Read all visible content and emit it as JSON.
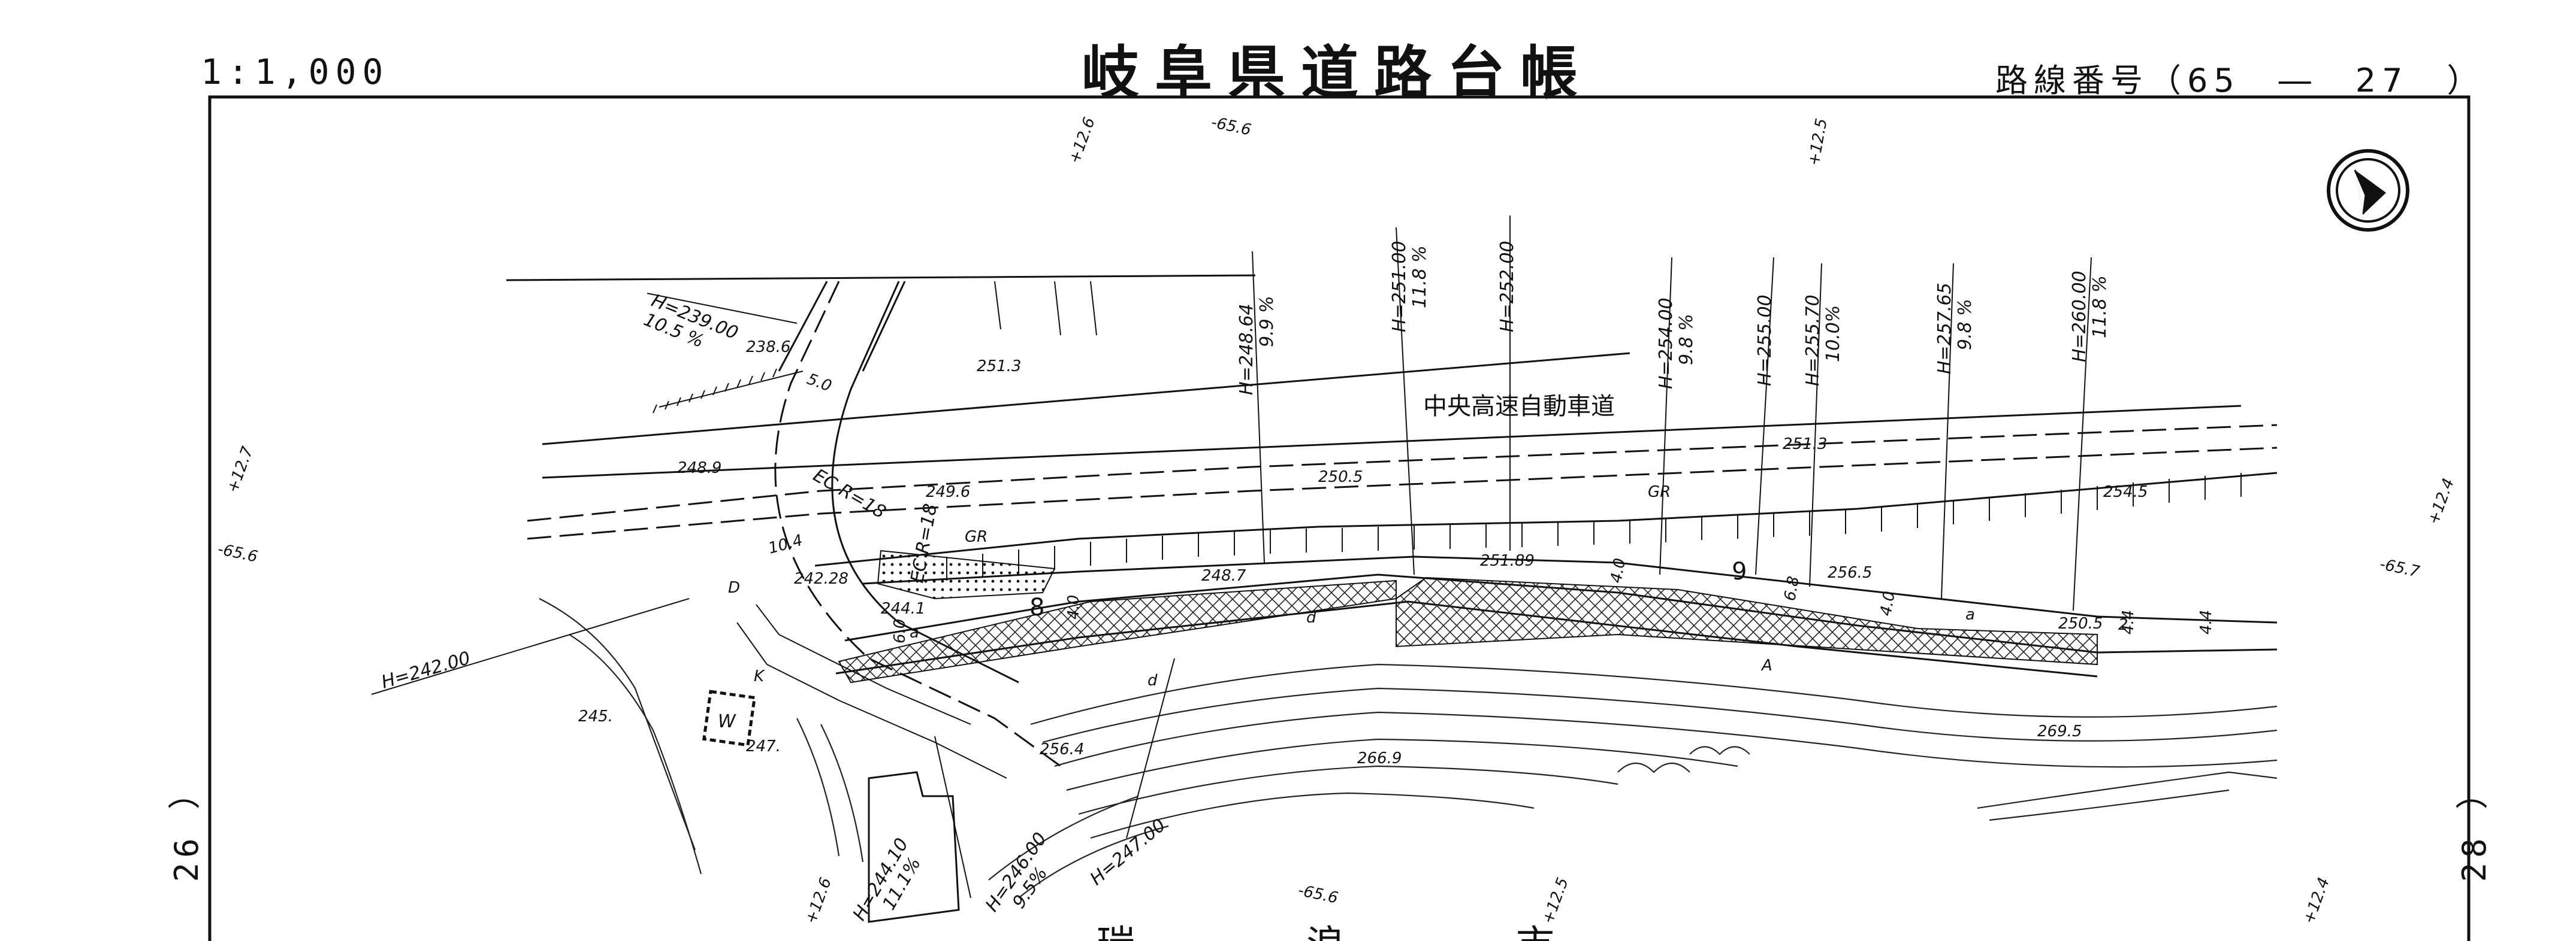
{
  "header": {
    "scale": "1:1,000",
    "title": "岐阜県道路台帳",
    "route": "路線番号（65　―　27　）"
  },
  "sheet_links": {
    "left": "26 ）",
    "right": "28 ）"
  },
  "map": {
    "road_name": "中央高速自動車道",
    "north_arrow": "north-arrow-icon",
    "grade_labels": [
      {
        "h": "H=239.00",
        "pct": "10.5 %"
      },
      {
        "h": "H=248.64",
        "pct": "9.9 %"
      },
      {
        "h": "H=251.00",
        "pct": "11.8 %"
      },
      {
        "h": "H=252.00",
        "pct": ""
      },
      {
        "h": "H=254.00",
        "pct": "9.8 %"
      },
      {
        "h": "H=255.00",
        "pct": ""
      },
      {
        "h": "H=255.70",
        "pct": "10.0%"
      },
      {
        "h": "H=257.65",
        "pct": "9.8 %"
      },
      {
        "h": "H=260.00",
        "pct": "11.8 %"
      },
      {
        "h": "H=242.00",
        "pct": ""
      },
      {
        "h": "H=244.10",
        "pct": "11.1%"
      },
      {
        "h": "H=246.00",
        "pct": "9.5%"
      },
      {
        "h": "H=247.00",
        "pct": ""
      }
    ],
    "spot_heights": [
      "238.6",
      "251.3",
      "248.9",
      "249.6",
      "250.5",
      "251.3",
      "254.5",
      "248.7",
      "251.89",
      "256.5",
      "250.5",
      "242.28",
      "244.1",
      "245.",
      "247.",
      "256.4",
      "266.9",
      "269.5"
    ],
    "offsets": [
      "+12.6",
      "-65.6",
      "+12.5",
      "+12.7",
      "-65.6",
      "+12.4",
      "-65.7",
      "+12.6",
      "-65.6",
      "+12.5",
      "+12.4"
    ],
    "curve_labels": [
      "EC R=18",
      "EC R=18"
    ],
    "widths": [
      "5.0",
      "10.4",
      "6.0",
      "4.0",
      "4.0",
      "6.8",
      "4.0",
      "4.4",
      "4.4",
      "2"
    ],
    "section_numbers": [
      "8",
      "9"
    ],
    "symbols": [
      "GR",
      "GR",
      "D",
      "K",
      "W",
      "a",
      "a",
      "d",
      "d",
      "A"
    ],
    "bottom_partial": [
      "瑞",
      "浪",
      "市"
    ]
  }
}
